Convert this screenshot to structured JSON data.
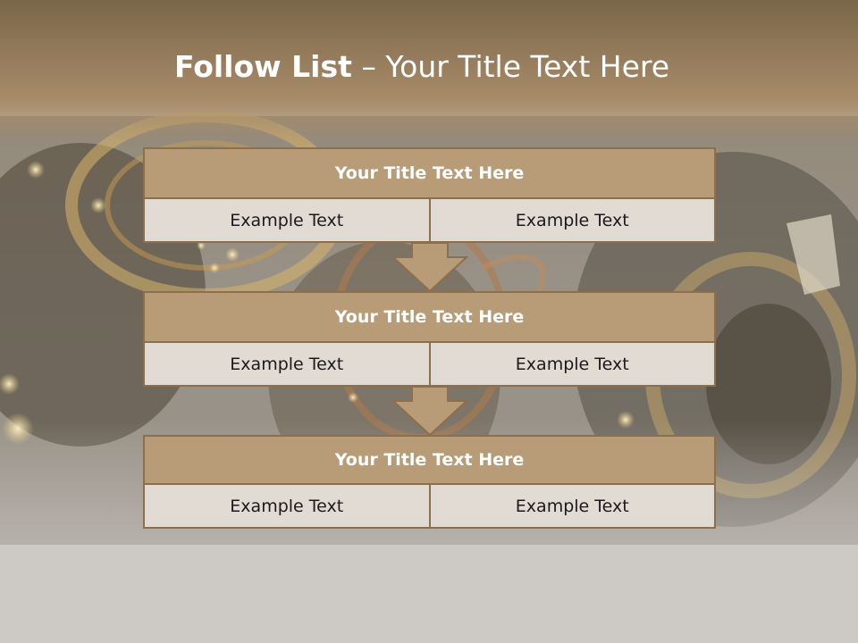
{
  "slide": {
    "title_bold": "Follow List",
    "title_rest": " – Your Title Text Here",
    "blocks": [
      {
        "title": "Your Title Text Here",
        "left": "Example Text",
        "right": "Example Text"
      },
      {
        "title": "Your Title Text Here",
        "left": "Example Text",
        "right": "Example Text"
      },
      {
        "title": "Your Title Text Here",
        "left": "Example Text",
        "right": "Example Text"
      }
    ]
  },
  "colors": {
    "header": "#8e7657",
    "block_head": "#b89c78",
    "block_border": "#8b6f4e",
    "cell_bg": "#e2dbd3"
  }
}
